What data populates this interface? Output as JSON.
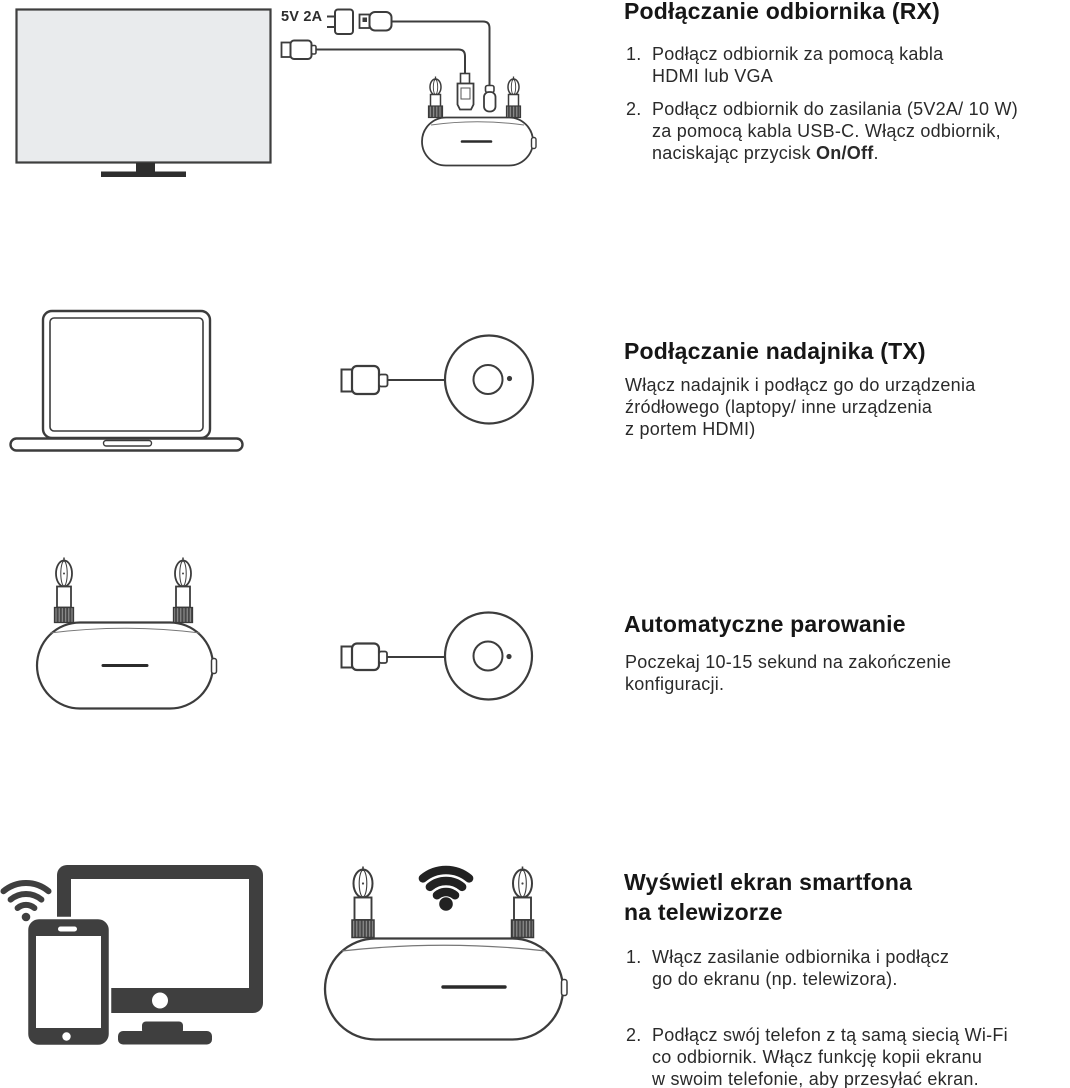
{
  "page": {
    "background": "#ffffff",
    "body_color": "#2a2a2a",
    "heading_color": "#161616",
    "icon_solid_color": "#3f3f3f",
    "line_art_color": "#3c3c3c"
  },
  "sections": [
    {
      "title": "Podłączanie odbiornika (RX)",
      "labels": {
        "power": "5V 2A"
      },
      "illustration": [
        "tv-icon",
        "power-adapter-icon",
        "usb-power-cable-icon",
        "hdmi-cable-icon",
        "receiver-icon"
      ],
      "items": [
        {
          "num": "1.",
          "text": "Podłącz odbiornik za pomocą kabla\nHDMI lub VGA"
        },
        {
          "num": "2.",
          "text_before": "Podłącz odbiornik do zasilania (5V2A/ 10 W)\nza pomocą kabla USB-C. Włącz odbiornik,\nnaciskając przycisk ",
          "bold": "On/Off",
          "text_after": "."
        }
      ]
    },
    {
      "title": "Podłączanie nadajnika (TX)",
      "illustration": [
        "laptop-icon",
        "hdmi-plug-icon",
        "transmitter-icon"
      ],
      "paragraph": "Włącz nadajnik i podłącz go do urządzenia\nźródłowego (laptopy/ inne urządzenia\nz portem HDMI)"
    },
    {
      "title": "Automatyczne parowanie",
      "illustration": [
        "receiver-icon",
        "hdmi-plug-icon",
        "transmitter-icon"
      ],
      "paragraph": "Poczekaj 10-15 sekund na zakończenie\nkonfiguracji."
    },
    {
      "title": "Wyświetl ekran smartfona\nna telewizorze",
      "illustration": [
        "wifi-icon",
        "monitor-icon",
        "smartphone-icon",
        "wifi-icon",
        "receiver-icon"
      ],
      "items": [
        {
          "num": "1.",
          "text": "Włącz zasilanie odbiornika i podłącz\ngo do ekranu (np. telewizora)."
        },
        {
          "num": "2.",
          "text": "Podłącz swój telefon z tą samą siecią Wi-Fi\nco odbiornik. Włącz funkcję kopii ekranu\nw swoim telefonie, aby przesyłać ekran."
        }
      ]
    }
  ]
}
